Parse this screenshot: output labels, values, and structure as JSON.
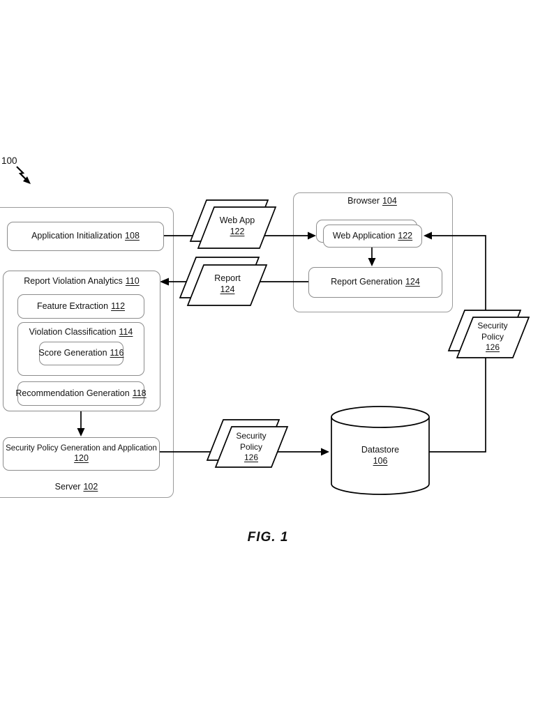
{
  "figure": {
    "reference": "100",
    "caption": "FIG. 1"
  },
  "server": {
    "title": "Server",
    "ref": "102",
    "application_initialization": {
      "label": "Application Initialization",
      "ref": "108"
    },
    "report_violation_analytics": {
      "label": "Report Violation Analytics",
      "ref": "110"
    },
    "feature_extraction": {
      "label": "Feature Extraction",
      "ref": "112"
    },
    "violation_classification": {
      "label": "Violation Classification",
      "ref": "114"
    },
    "score_generation": {
      "label": "Score Generation",
      "ref": "116"
    },
    "recommendation_generation": {
      "label": "Recommendation Generation",
      "ref": "118"
    },
    "security_policy_generation": {
      "label": "Security Policy Generation and Application",
      "ref": "120"
    }
  },
  "browser": {
    "title": "Browser",
    "ref": "104",
    "web_application": {
      "label": "Web Application",
      "ref": "122"
    },
    "report_generation": {
      "label": "Report Generation",
      "ref": "124"
    }
  },
  "datastore": {
    "label": "Datastore",
    "ref": "106"
  },
  "documents": {
    "web_app": {
      "line1": "Web App",
      "ref": "122"
    },
    "report": {
      "line1": "Report",
      "ref": "124"
    },
    "security_policy_right": {
      "line1": "Security",
      "line2": "Policy",
      "ref": "126"
    },
    "security_policy_bottom": {
      "line1": "Security",
      "line2": "Policy",
      "ref": "126"
    }
  },
  "colors": {
    "background": "#ffffff",
    "connector": "#000000",
    "outer_border": "#9a9a9a",
    "inner_border": "#8c8c8c",
    "text": "#111111"
  }
}
